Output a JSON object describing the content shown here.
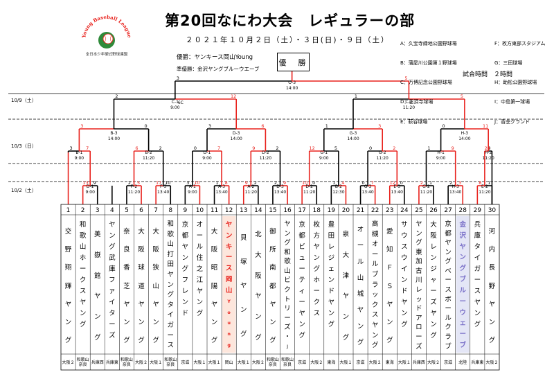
{
  "title": "第20回なにわ大会　レギュラーの部",
  "dates": "２０２１年１０月２日（土）・３日(日)・９日（土）",
  "logo": {
    "text_top": "Young Baseball League",
    "text_bottom": "全日本少年硬式野球連盟"
  },
  "champion": "優勝：ヤンキース岡山Young",
  "runner_up": "準優勝：金沢ヤングブルーウエーブ",
  "winner_box": "優　勝",
  "game_time": "試合時間　２時間",
  "venues_left": [
    "A：久宝寺緑地公園野球場",
    "B：蒲屋川公園第１野球場",
    "C：万博記念公園野球場",
    "D：忍頂寺球場",
    "E：萩谷球場"
  ],
  "venues_right": [
    "F：枚方東部スタジアム",
    "G：三田球場",
    "H：助松公園野球場",
    "I：中島第一球場",
    "J：香芝グランド"
  ],
  "day_labels": [
    "10/9（土）",
    "10/3（日）",
    "10/2（土）"
  ],
  "colors": {
    "win": "#e8211c",
    "lose": "#000000",
    "highlight": "#e8211c",
    "highlight2": "#7a70c8"
  },
  "games": {
    "final": {
      "code": "O-3",
      "time": "14:00",
      "ls": "3",
      "rs": "5"
    },
    "semi": [
      {
        "code": "C-1",
        "time": "9:00",
        "ls": "2",
        "rs": "12",
        "note": "6C"
      },
      {
        "code": "C-2",
        "time": "11:20",
        "ls": "1",
        "rs": "5"
      }
    ],
    "qf": [
      {
        "code": "B-3",
        "time": "14:00",
        "ls": "3",
        "rs": "0"
      },
      {
        "code": "D-3",
        "time": "14:00",
        "ls": "3",
        "rs": "6"
      },
      {
        "code": "G-3",
        "time": "14:00",
        "ls": "1",
        "rs": "3"
      },
      {
        "code": "H-3",
        "time": "14:00",
        "ls": "0",
        "rs": "11"
      }
    ],
    "r16": [
      {
        "code": "B-1",
        "time": "9:00",
        "ls": "3",
        "rs": "7"
      },
      {
        "code": "B-2",
        "time": "11:20",
        "ls": "6",
        "rs": "2"
      },
      {
        "code": "D-1",
        "time": "9:00",
        "ls": "0",
        "rs": "7"
      },
      {
        "code": "D-2",
        "time": "11:20",
        "ls": "9",
        "rs": "2"
      },
      {
        "code": "G-1",
        "time": "9:00",
        "ls": "12",
        "rs": "5"
      },
      {
        "code": "G-2",
        "time": "11:20",
        "ls": "0",
        "rs": "2"
      },
      {
        "code": "H-1",
        "time": "9:00",
        "ls": "1",
        "rs": "9"
      },
      {
        "code": "H-2",
        "time": "11:20",
        "ls": "24",
        "rs": "0"
      }
    ],
    "r1": [
      {
        "code": "D-1",
        "time": "9:00",
        "ls": "13",
        "rs": "9"
      },
      {
        "code": "F-2",
        "time": "11:20",
        "ls": "2",
        "rs": "5"
      },
      {
        "code": "F-3",
        "time": "13:40",
        "ls": "17",
        "rs": "10"
      },
      {
        "code": "A-1",
        "time": "9:00",
        "ls": "3",
        "rs": "10"
      },
      {
        "code": "A-3",
        "time": "13:40",
        "ls": "1",
        "rs": "8"
      },
      {
        "code": "A-2",
        "time": "11:20",
        "ls": "9",
        "rs": "2"
      },
      {
        "code": "D-3",
        "time": "13:40",
        "ls": "2",
        "rs": "9"
      },
      {
        "code": "D-2",
        "time": "11:20",
        "ls": "10",
        "rs": "0"
      },
      {
        "code": "B-2",
        "time": "12:30",
        "ls": "1",
        "rs": "4"
      },
      {
        "code": "G-3",
        "time": "13:40",
        "ls": "0",
        "rs": "7"
      },
      {
        "code": "E-3",
        "time": "13:40",
        "ls": "12",
        "rs": "0"
      },
      {
        "code": "G-2",
        "time": "11:20",
        "ls": "2",
        "rs": "1"
      },
      {
        "code": "H-3",
        "time": "13:40",
        "ls": "2",
        "rs": "3"
      },
      {
        "code": "E-2",
        "time": "11:20",
        "ls": "8",
        "rs": "1"
      }
    ]
  },
  "teams": [
    {
      "no": "1",
      "name": "交野翔輝ヤング",
      "region": "大阪２"
    },
    {
      "no": "2",
      "name": "和歌山ホークスヤング",
      "region": "和歌山\n奈良"
    },
    {
      "no": "3",
      "name": "美嶽館ヤング",
      "region": "兵庫西"
    },
    {
      "no": "4",
      "name": "ヤング武庫ファイターズ",
      "region": "兵庫東"
    },
    {
      "no": "5",
      "name": "奈良香芝ヤング",
      "region": "和歌山\n奈良"
    },
    {
      "no": "6",
      "name": "大阪球道ヤング",
      "region": "大阪２"
    },
    {
      "no": "7",
      "name": "大阪狭山ヤング",
      "region": "大阪１"
    },
    {
      "no": "8",
      "name": "和歌山打田ヤングタイガース",
      "region": "和歌山\n奈良"
    },
    {
      "no": "9",
      "name": "京都ヤングフレンド",
      "region": "京滋"
    },
    {
      "no": "10",
      "name": "オール住之江ヤング",
      "region": "大阪１"
    },
    {
      "no": "11",
      "name": "大阪昭陽ヤング",
      "region": "大阪１"
    },
    {
      "no": "12",
      "name": "ヤンキース岡山Young",
      "region": "岡山"
    },
    {
      "no": "13",
      "name": "貝塚ヤング",
      "region": "大阪１"
    },
    {
      "no": "14",
      "name": "北大阪ヤング",
      "region": "大阪２"
    },
    {
      "no": "15",
      "name": "御所南都ヤング",
      "region": "和歌山\n奈良"
    },
    {
      "no": "16",
      "name": "ヤング和歌山ビクトリーズ・J",
      "region": "和歌山\n奈良"
    },
    {
      "no": "17",
      "name": "京都ビューティーヤング",
      "region": "京滋"
    },
    {
      "no": "18",
      "name": "枚方ヤングホークス",
      "region": "大阪２"
    },
    {
      "no": "19",
      "name": "豊田レジェンドヤング",
      "region": "東海"
    },
    {
      "no": "20",
      "name": "泉大津ヤング",
      "region": "大阪１"
    },
    {
      "no": "21",
      "name": "オール山城ヤング",
      "region": "京滋"
    },
    {
      "no": "22",
      "name": "高槻オールブラックスヤング",
      "region": "大阪２"
    },
    {
      "no": "23",
      "name": "愛知ＦＳヤング",
      "region": "東海"
    },
    {
      "no": "24",
      "name": "サウスウインドヤング",
      "region": "大阪１"
    },
    {
      "no": "25",
      "name": "ヤング東加古川レッドアローズ",
      "region": "兵庫西"
    },
    {
      "no": "26",
      "name": "大阪レンジャーズヤング",
      "region": "大阪２"
    },
    {
      "no": "27",
      "name": "京都ヤングベースボールクラブ",
      "region": "京滋"
    },
    {
      "no": "28",
      "name": "金沢ヤングブルーウェーブ",
      "region": "北陸"
    },
    {
      "no": "29",
      "name": "兵庫タイガースヤング",
      "region": "兵庫東"
    },
    {
      "no": "30",
      "name": "河内長野ヤング",
      "region": "大阪２"
    }
  ]
}
